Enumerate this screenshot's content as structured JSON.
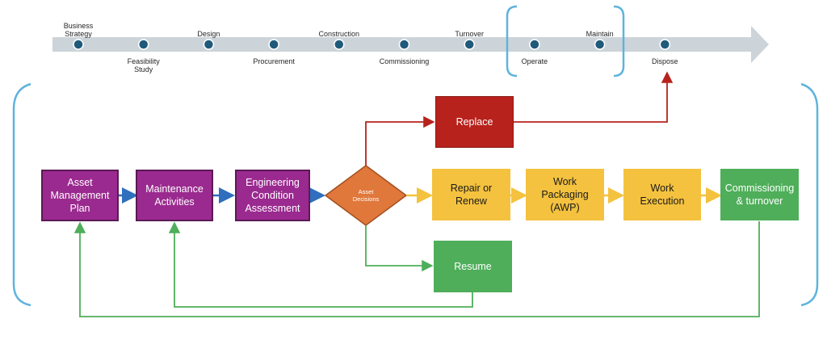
{
  "timeline": {
    "phases": [
      {
        "label": "Business\nStrategy",
        "pos": "above"
      },
      {
        "label": "Feasibility\nStudy",
        "pos": "below"
      },
      {
        "label": "Design",
        "pos": "above"
      },
      {
        "label": "Procurement",
        "pos": "below"
      },
      {
        "label": "Construction",
        "pos": "above"
      },
      {
        "label": "Commissioning",
        "pos": "below"
      },
      {
        "label": "Turnover",
        "pos": "above"
      },
      {
        "label": "Operate",
        "pos": "below"
      },
      {
        "label": "Maintain",
        "pos": "above"
      },
      {
        "label": "Dispose",
        "pos": "below"
      }
    ]
  },
  "process": {
    "asset_management_plan": "Asset\nManagement\nPlan",
    "maintenance_activities": "Maintenance\nActivities",
    "engineering_condition_assessment": "Engineering\nCondition\nAssessment",
    "asset_decisions": "Asset\nDecisions",
    "replace": "Replace",
    "repair_or_renew": "Repair or\nRenew",
    "work_packaging": "Work\nPackaging\n(AWP)",
    "work_execution": "Work\nExecution",
    "commissioning_turnover": "Commissioning\n& turnover",
    "resume": "Resume"
  },
  "colors": {
    "timeline_arrow": "#cdd4d9",
    "dot": "#1f5a7a",
    "bracket": "#5fb4dc",
    "purple": "#9a2a8f",
    "yellow": "#f4c23f",
    "green": "#4fae5a",
    "red": "#b8221c",
    "orange": "#e0773b",
    "blue_arrow": "#2f6fbd"
  }
}
